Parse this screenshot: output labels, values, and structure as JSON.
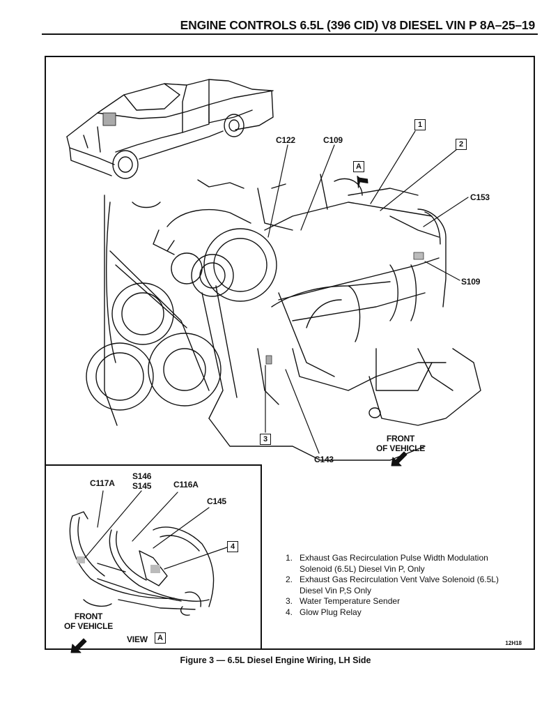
{
  "header": {
    "title": "ENGINE CONTROLS 6.5L (396 CID) V8 DIESEL VIN P  8A–25–19"
  },
  "main_view": {
    "connector_labels": {
      "c122": "C122",
      "c109": "C109",
      "c153": "C153",
      "s109": "S109",
      "c143": "C143"
    },
    "callouts": {
      "one": "1",
      "two": "2",
      "three": "3",
      "view_a": "A"
    },
    "front_of_vehicle": [
      "FRONT",
      "OF VEHICLE"
    ],
    "icons": {
      "vehicle": "pickup-truck-illustration",
      "engine": "v8-diesel-engine-illustration",
      "view_arrow": "view-direction-arrow",
      "front_arrow": "front-direction-arrow"
    }
  },
  "inset_view": {
    "connector_labels": {
      "c117a": "C117A",
      "s146": "S146",
      "s145": "S145",
      "c116a": "C116A",
      "c145": "C145"
    },
    "callouts": {
      "four": "4"
    },
    "front_of_vehicle": [
      "FRONT",
      "OF VEHICLE"
    ],
    "view_label": "VIEW",
    "view_letter": "A"
  },
  "legend": {
    "items": [
      {
        "num": "1.",
        "text": "Exhaust Gas Recirculation Pulse Width Modulation Solenoid (6.5L) Diesel Vin P, Only"
      },
      {
        "num": "2.",
        "text": "Exhaust Gas Recirculation Vent Valve Solenoid (6.5L) Diesel Vin P,S Only"
      },
      {
        "num": "3.",
        "text": "Water Temperature Sender"
      },
      {
        "num": "4.",
        "text": "Glow Plug Relay"
      }
    ],
    "code": "12H18"
  },
  "caption": "Figure 3 — 6.5L Diesel Engine Wiring, LH Side"
}
